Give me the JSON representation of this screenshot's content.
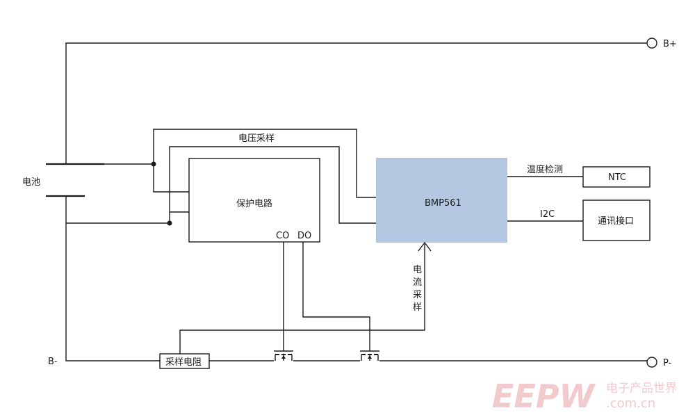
{
  "terminals": {
    "b_plus": "B+",
    "b_minus": "B-",
    "p_minus": "P-"
  },
  "battery_label": "电池",
  "voltage_sampling_label": "电压采样",
  "protection_circuit": {
    "title": "保护电路",
    "co": "CO",
    "do": "DO"
  },
  "chip": {
    "name": "BMP561",
    "fill": "#b4c7e0"
  },
  "temperature_label": "温度检测",
  "ntc_label": "NTC",
  "i2c_label": "I2C",
  "interface_label": "通讯接口",
  "current_sampling_chars": [
    "电",
    "流",
    "采",
    "样"
  ],
  "sense_resistor_label": "采样电阻",
  "watermark": {
    "logo": "EEPW",
    "cn": "电子产品世界",
    "url": ".com.cn",
    "color": "#f2c9cc"
  }
}
